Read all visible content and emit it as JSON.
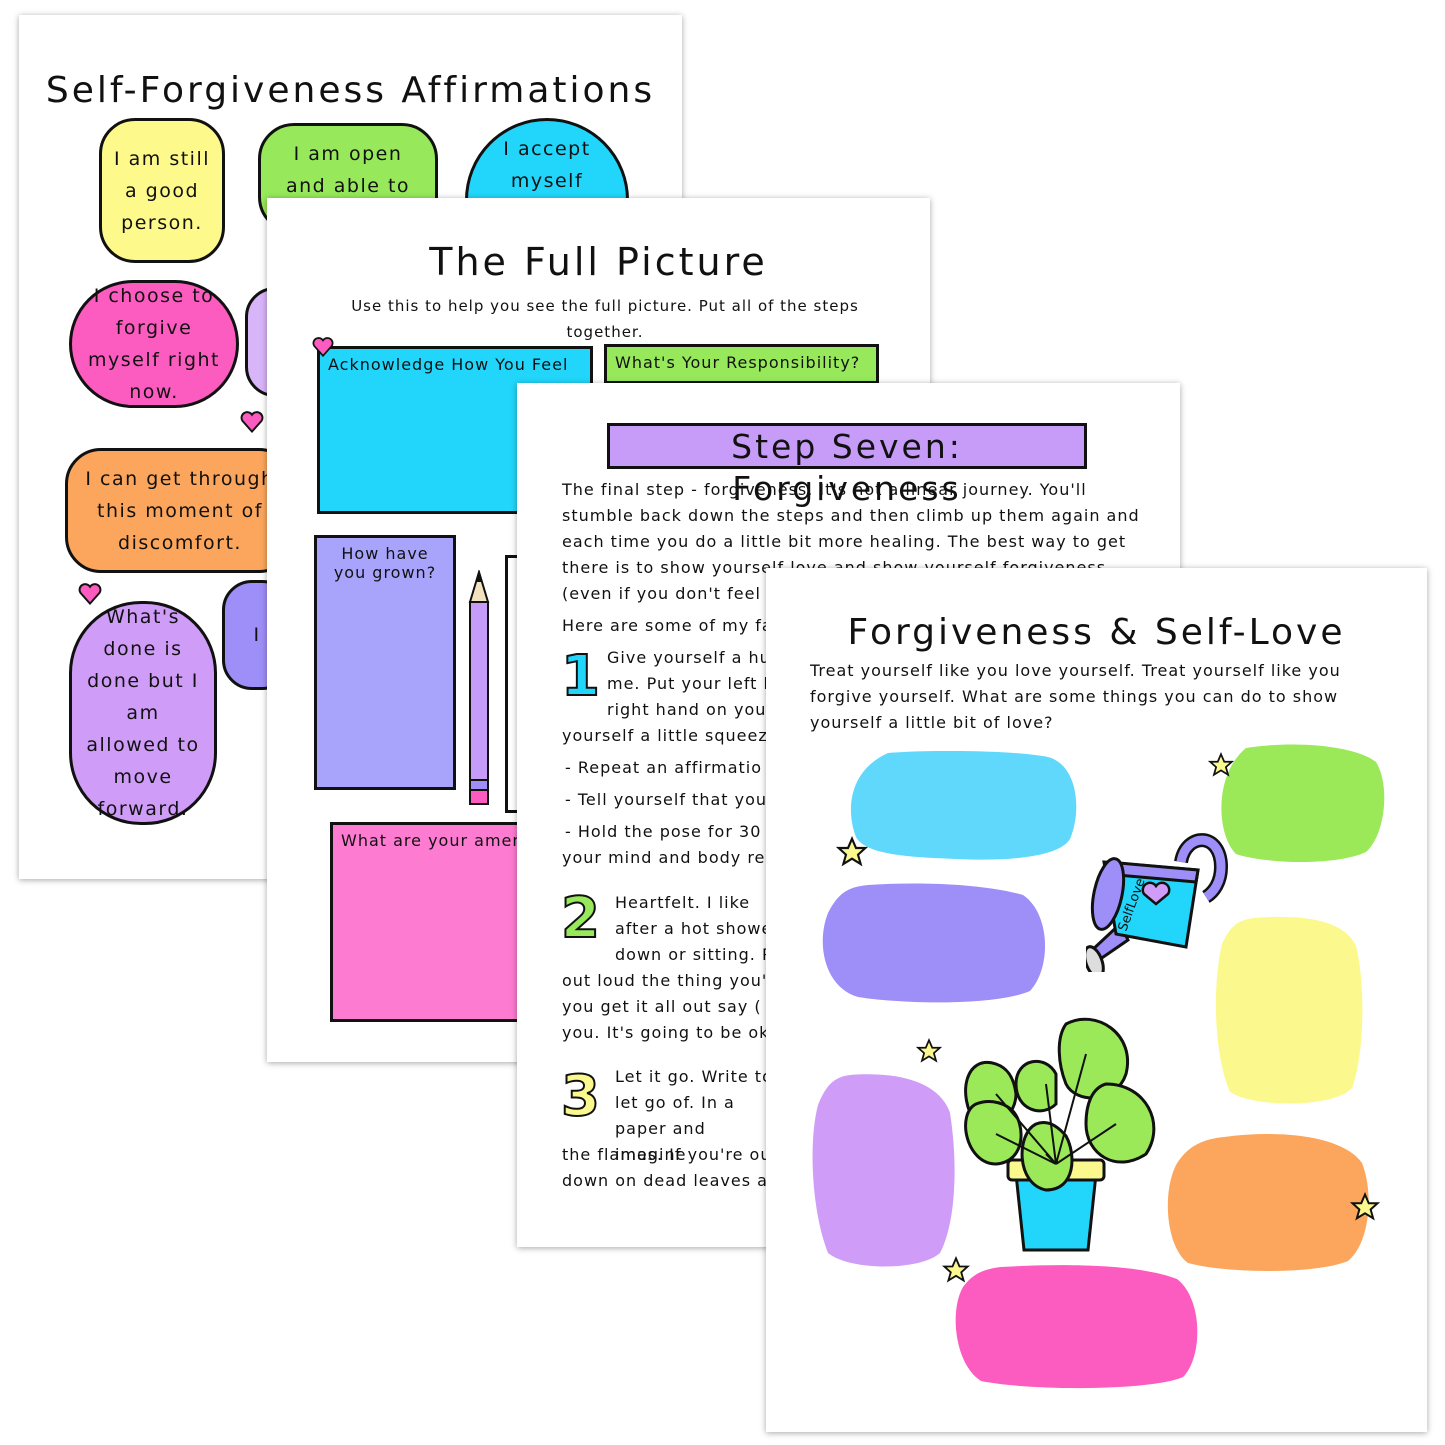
{
  "page1": {
    "title": "Self-Forgiveness Affirmations",
    "bubbles": [
      "I am still a good person.",
      "I am open and able to",
      "I accept myself",
      "I choose to forgive myself right now.",
      "I",
      "I can get through this moment of discomfort.",
      "What's done is done but I am allowed to move forward.",
      "I"
    ]
  },
  "page2": {
    "title": "The Full Picture",
    "subtitle": "Use this to help you see the full picture. Put all of the steps together.",
    "boxes": [
      "Acknowledge How You Feel",
      "What's Your Responsibility?",
      "How have you grown?",
      "What are your amen"
    ]
  },
  "page3": {
    "title": "Step Seven: Forgiveness",
    "intro": "The final step - forgiveness. It's not a linear journey. You'll stumble back down the steps and then climb up them again and each time you do a little bit more healing. The best way to get there is to show yourself love and show yourself forgiveness (even if you don't feel",
    "lead": "Here are some of my fa",
    "steps": [
      {
        "num": "1",
        "text": "Give yourself a hu me. Put your left h right hand on your"
      },
      {
        "num": "2",
        "text": "Heartfelt. I like after a hot showe down or sitting. P"
      },
      {
        "num": "3",
        "text": "Let it go. Write to let go of. In a paper and imagine"
      }
    ],
    "line_after_1": "yourself a little squeeze",
    "bullets": [
      "- Repeat an affirmatio",
      "- Tell yourself that you",
      "- Hold the pose for 30"
    ],
    "line_after_bullets": "your mind and body rela",
    "lines_after_2": [
      "out loud the thing you'r",
      "you get it all out say (",
      "you. It's going to be ok"
    ],
    "lines_after_3": [
      "the flames. If you're ou",
      "down on dead leaves an"
    ]
  },
  "page4": {
    "title": "Forgiveness & Self-Love",
    "intro": "Treat yourself like you love yourself. Treat yourself like you forgive yourself. What are some things you can do to show yourself a little bit of love?",
    "can_label": "SelfLove",
    "colors": {
      "blue": "#5fd8fb",
      "purple": "#9e8ef8",
      "lilac": "#cf9cf8",
      "green": "#9be858",
      "yellow": "#fbf98e",
      "orange": "#fba65c",
      "pink": "#fc5bc0"
    }
  }
}
